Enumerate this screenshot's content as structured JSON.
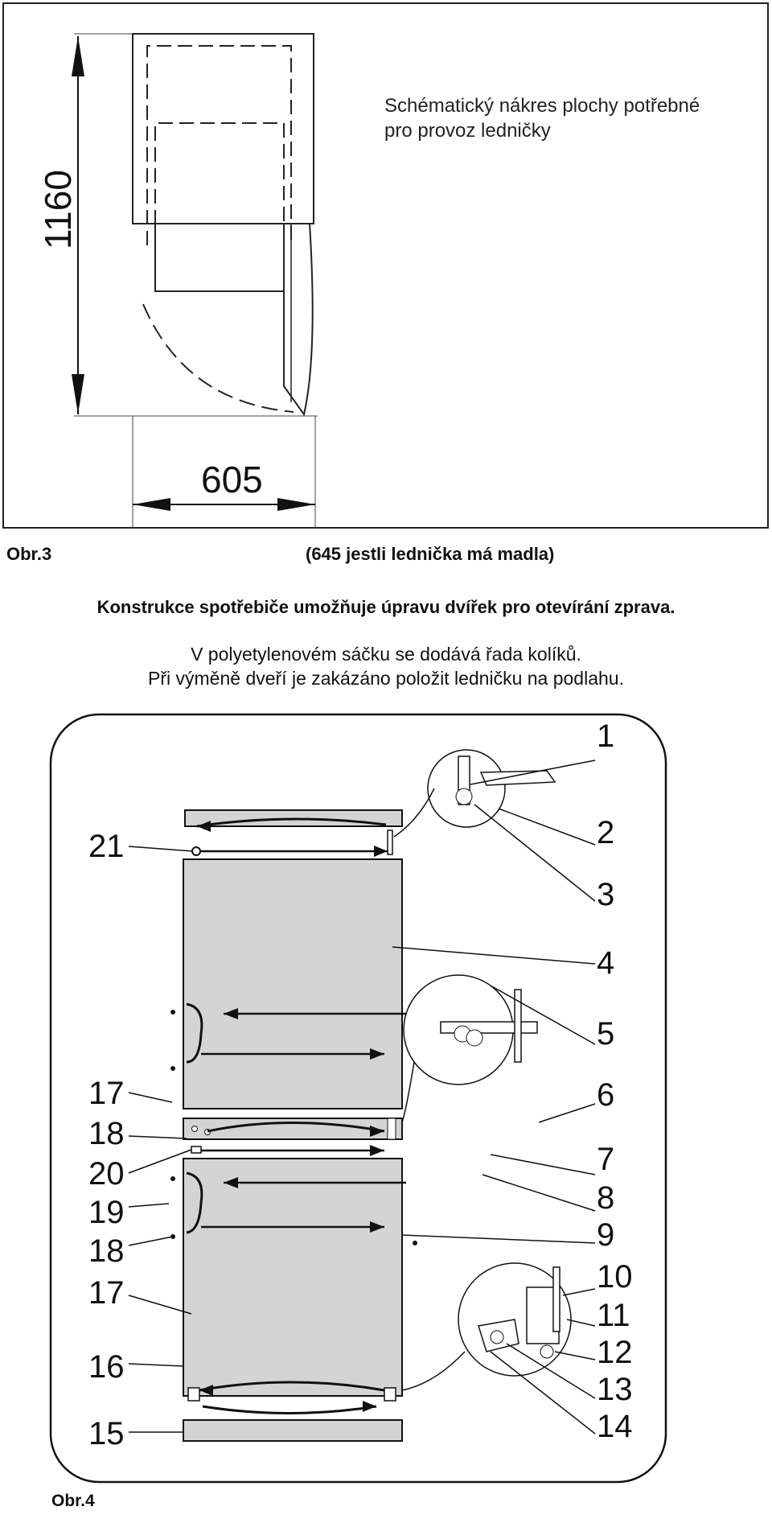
{
  "figure3": {
    "note_line1": "Schématický nákres plochy potřebné",
    "note_line2": "pro provoz ledničky",
    "height_dim": "1160",
    "width_dim": "605",
    "caption": "Obr.3",
    "caption_note": "(645 jestli  lednička má madla)"
  },
  "text": {
    "bold_line": "Konstrukce spotřebiče umožňuje úpravu dvířek pro otevírání zprava.",
    "line1": "V polyetylenovém sáčku se dodává řada kolíků.",
    "line2": "Při výměně dveří je zakázáno položit ledničku na podlahu."
  },
  "figure4": {
    "caption": "Obr.4",
    "callouts": [
      "1",
      "2",
      "3",
      "4",
      "5",
      "6",
      "7",
      "8",
      "9",
      "10",
      "11",
      "12",
      "13",
      "14",
      "15",
      "16",
      "17",
      "18",
      "19",
      "20",
      "21",
      "17",
      "18"
    ]
  },
  "colors": {
    "door_fill": "#d4d4d4",
    "line": "#111111"
  }
}
